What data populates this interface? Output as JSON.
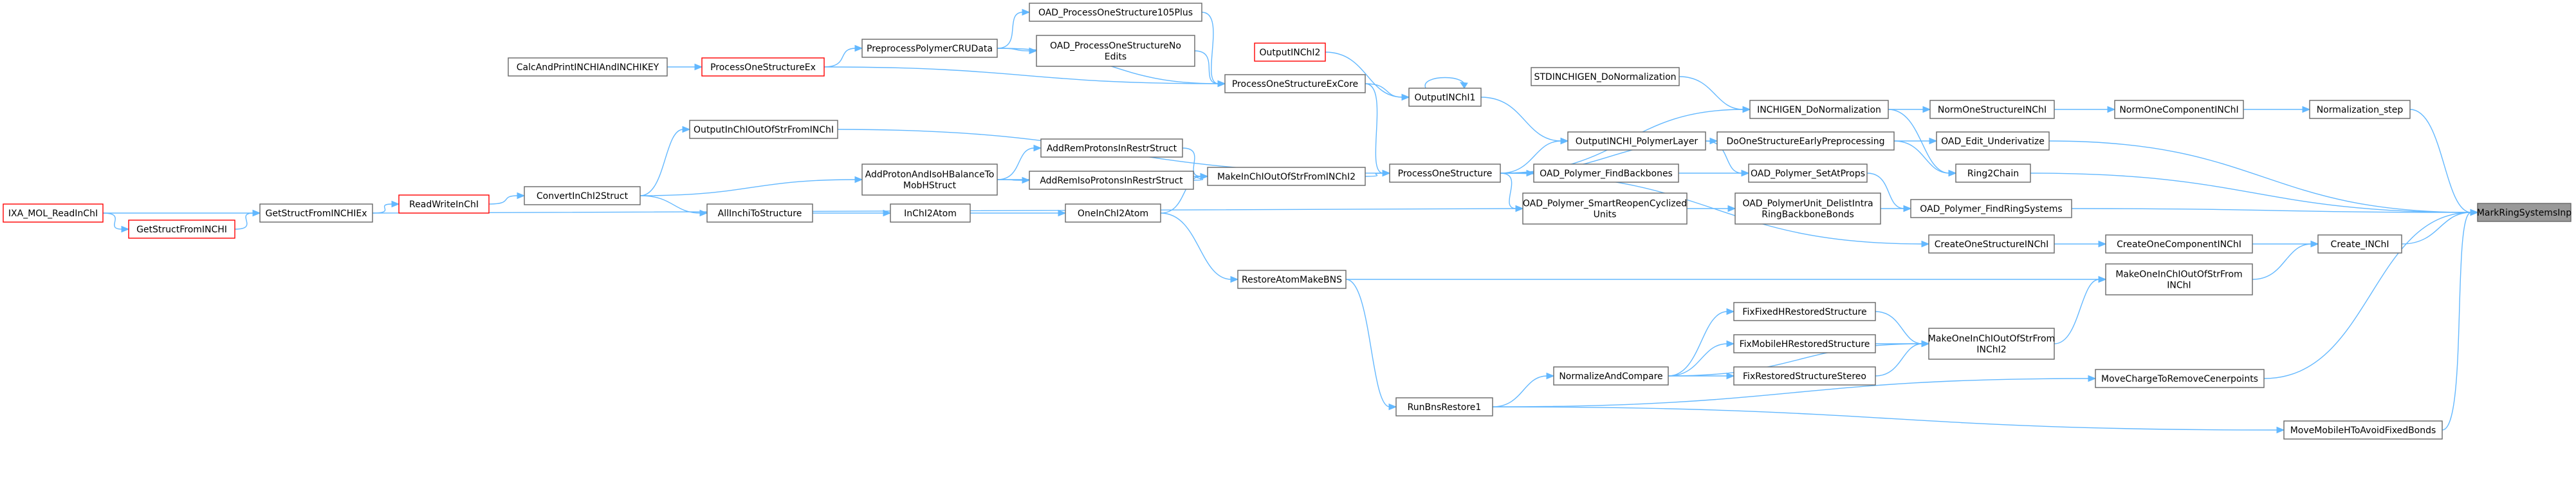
{
  "diagram": {
    "type": "doxygen-caller-graph",
    "colors": {
      "edge": "#63b8ff",
      "node_border": "#666666",
      "node_border_highlight": "#ff0000",
      "root_fill": "#999999"
    },
    "nodes": [
      {
        "id": "mark",
        "lines": [
          "MarkRingSystemsInp"
        ],
        "style": "root"
      },
      {
        "id": "norm_step",
        "lines": [
          "Normalization_step"
        ],
        "style": "normal"
      },
      {
        "id": "create_inchi",
        "lines": [
          "Create_INChI"
        ],
        "style": "normal"
      },
      {
        "id": "move_charge",
        "lines": [
          "MoveChargeToRemoveCenerpoints"
        ],
        "style": "normal"
      },
      {
        "id": "move_mobile",
        "lines": [
          "MoveMobileHToAvoidFixedBonds"
        ],
        "style": "normal"
      },
      {
        "id": "norm_one_comp",
        "lines": [
          "NormOneComponentINChI"
        ],
        "style": "normal"
      },
      {
        "id": "create_one_comp",
        "lines": [
          "CreateOneComponentINChI"
        ],
        "style": "normal"
      },
      {
        "id": "make_from_inchi",
        "lines": [
          "MakeOneInChIOutOfStrFrom",
          "INChI"
        ],
        "style": "normal"
      },
      {
        "id": "norm_one_struct",
        "lines": [
          "NormOneStructureINChI"
        ],
        "style": "normal"
      },
      {
        "id": "oad_underiv",
        "lines": [
          "OAD_Edit_Underivatize"
        ],
        "style": "normal"
      },
      {
        "id": "ring2chain",
        "lines": [
          "Ring2Chain"
        ],
        "style": "normal"
      },
      {
        "id": "oad_find_rings",
        "lines": [
          "OAD_Polymer_FindRingSystems"
        ],
        "style": "normal"
      },
      {
        "id": "create_one_struct",
        "lines": [
          "CreateOneStructureINChI"
        ],
        "style": "normal"
      },
      {
        "id": "make_inchi2",
        "lines": [
          "MakeOneInChIOutOfStrFrom",
          "INChI2"
        ],
        "style": "normal"
      },
      {
        "id": "inchigen_norm",
        "lines": [
          "INCHIGEN_DoNormalization"
        ],
        "style": "normal"
      },
      {
        "id": "do_early",
        "lines": [
          "DoOneStructureEarlyPreprocessing"
        ],
        "style": "normal"
      },
      {
        "id": "oad_setat",
        "lines": [
          "OAD_Polymer_SetAtProps"
        ],
        "style": "normal"
      },
      {
        "id": "oad_unit_del",
        "lines": [
          "OAD_PolymerUnit_DelistIntra",
          "RingBackboneBonds"
        ],
        "style": "normal"
      },
      {
        "id": "fix_fixed",
        "lines": [
          "FixFixedHRestoredStructure"
        ],
        "style": "normal"
      },
      {
        "id": "fix_mobile",
        "lines": [
          "FixMobileHRestoredStructure"
        ],
        "style": "normal"
      },
      {
        "id": "fix_stereo",
        "lines": [
          "FixRestoredStructureStereo"
        ],
        "style": "normal"
      },
      {
        "id": "stdinchigen",
        "lines": [
          "STDINCHIGEN_DoNormalization"
        ],
        "style": "normal"
      },
      {
        "id": "output_layer",
        "lines": [
          "OutputINCHI_PolymerLayer"
        ],
        "style": "normal"
      },
      {
        "id": "oad_backbones",
        "lines": [
          "OAD_Polymer_FindBackbones"
        ],
        "style": "normal"
      },
      {
        "id": "oad_smart",
        "lines": [
          "OAD_Polymer_SmartReopenCyclized",
          "Units"
        ],
        "style": "normal"
      },
      {
        "id": "normalize_cmp",
        "lines": [
          "NormalizeAndCompare"
        ],
        "style": "normal"
      },
      {
        "id": "output_inchi2",
        "lines": [
          "OutputINChI2"
        ],
        "style": "highlight"
      },
      {
        "id": "output_inchi1",
        "lines": [
          "OutputINChI1"
        ],
        "style": "normal"
      },
      {
        "id": "process_one",
        "lines": [
          "ProcessOneStructure"
        ],
        "style": "normal"
      },
      {
        "id": "runbns",
        "lines": [
          "RunBnsRestore1"
        ],
        "style": "normal"
      },
      {
        "id": "proc_exc",
        "lines": [
          "ProcessOneStructureExCore"
        ],
        "style": "normal"
      },
      {
        "id": "make_from_inchi2",
        "lines": [
          "MakeInChIOutOfStrFromINChI2"
        ],
        "style": "normal"
      },
      {
        "id": "restore_atom",
        "lines": [
          "RestoreAtomMakeBNS"
        ],
        "style": "normal"
      },
      {
        "id": "oad_105",
        "lines": [
          "OAD_ProcessOneStructure105Plus"
        ],
        "style": "normal"
      },
      {
        "id": "oad_noedits",
        "lines": [
          "OAD_ProcessOneStructureNo",
          "Edits"
        ],
        "style": "normal"
      },
      {
        "id": "add_rem",
        "lines": [
          "AddRemProtonsInRestrStruct"
        ],
        "style": "normal"
      },
      {
        "id": "add_remiso",
        "lines": [
          "AddRemIsoProtonsInRestrStruct"
        ],
        "style": "normal"
      },
      {
        "id": "oneinchi2atom",
        "lines": [
          "OneInChI2Atom"
        ],
        "style": "normal"
      },
      {
        "id": "preprocess",
        "lines": [
          "PreprocessPolymerCRUData"
        ],
        "style": "normal"
      },
      {
        "id": "add_proton",
        "lines": [
          "AddProtonAndIsoHBalanceTo",
          "MobHStruct"
        ],
        "style": "normal"
      },
      {
        "id": "inchi2atom",
        "lines": [
          "InChI2Atom"
        ],
        "style": "normal"
      },
      {
        "id": "proc_ex",
        "lines": [
          "ProcessOneStructureEx"
        ],
        "style": "highlight"
      },
      {
        "id": "output_from_inchi",
        "lines": [
          "OutputInChIOutOfStrFromINChI"
        ],
        "style": "normal"
      },
      {
        "id": "allinchi",
        "lines": [
          "AllInchiToStructure"
        ],
        "style": "normal"
      },
      {
        "id": "calc",
        "lines": [
          "CalcAndPrintINCHIAndINCHIKEY"
        ],
        "style": "normal"
      },
      {
        "id": "convert",
        "lines": [
          "ConvertInChI2Struct"
        ],
        "style": "normal"
      },
      {
        "id": "readwrite",
        "lines": [
          "ReadWriteInChI"
        ],
        "style": "highlight"
      },
      {
        "id": "getstruct_ex",
        "lines": [
          "GetStructFromINCHIEx"
        ],
        "style": "normal"
      },
      {
        "id": "getstruct",
        "lines": [
          "GetStructFromINCHI"
        ],
        "style": "highlight"
      },
      {
        "id": "ixa",
        "lines": [
          "IXA_MOL_ReadInChI"
        ],
        "style": "highlight"
      }
    ],
    "edges": [
      [
        "norm_step",
        "mark"
      ],
      [
        "create_inchi",
        "mark"
      ],
      [
        "move_charge",
        "mark"
      ],
      [
        "move_mobile",
        "mark"
      ],
      [
        "oad_underiv",
        "mark"
      ],
      [
        "ring2chain",
        "mark"
      ],
      [
        "oad_find_rings",
        "mark"
      ],
      [
        "norm_one_comp",
        "norm_step"
      ],
      [
        "norm_one_struct",
        "norm_one_comp"
      ],
      [
        "inchigen_norm",
        "norm_one_struct"
      ],
      [
        "stdinchigen",
        "inchigen_norm"
      ],
      [
        "process_one",
        "inchigen_norm"
      ],
      [
        "create_one_comp",
        "create_inchi"
      ],
      [
        "make_from_inchi",
        "create_inchi"
      ],
      [
        "create_one_struct",
        "create_one_comp"
      ],
      [
        "process_one",
        "create_one_struct"
      ],
      [
        "restore_atom",
        "make_from_inchi"
      ],
      [
        "make_inchi2",
        "make_from_inchi"
      ],
      [
        "fix_fixed",
        "make_inchi2"
      ],
      [
        "fix_mobile",
        "make_inchi2"
      ],
      [
        "fix_stereo",
        "make_inchi2"
      ],
      [
        "normalize_cmp",
        "make_inchi2"
      ],
      [
        "normalize_cmp",
        "fix_fixed"
      ],
      [
        "normalize_cmp",
        "fix_mobile"
      ],
      [
        "normalize_cmp",
        "fix_stereo"
      ],
      [
        "runbns",
        "normalize_cmp"
      ],
      [
        "runbns",
        "move_charge"
      ],
      [
        "runbns",
        "move_mobile"
      ],
      [
        "restore_atom",
        "runbns"
      ],
      [
        "oneinchi2atom",
        "restore_atom"
      ],
      [
        "do_early",
        "oad_underiv"
      ],
      [
        "inchigen_norm",
        "ring2chain"
      ],
      [
        "do_early",
        "ring2chain"
      ],
      [
        "oad_setat",
        "oad_find_rings"
      ],
      [
        "oad_unit_del",
        "oad_find_rings"
      ],
      [
        "process_one",
        "do_early"
      ],
      [
        "output_layer",
        "oad_setat"
      ],
      [
        "oad_backbones",
        "oad_setat"
      ],
      [
        "oad_smart",
        "oad_unit_del"
      ],
      [
        "process_one",
        "output_layer"
      ],
      [
        "process_one",
        "oad_backbones"
      ],
      [
        "process_one",
        "oad_smart"
      ],
      [
        "getstruct_ex",
        "oad_smart"
      ],
      [
        "output_inchi1",
        "output_layer"
      ],
      [
        "output_inchi2",
        "output_inchi1"
      ],
      [
        "output_inchi1",
        "output_inchi1"
      ],
      [
        "proc_exc",
        "output_inchi1"
      ],
      [
        "proc_exc",
        "process_one"
      ],
      [
        "make_from_inchi2",
        "process_one"
      ],
      [
        "output_from_inchi",
        "process_one"
      ],
      [
        "oad_105",
        "proc_exc"
      ],
      [
        "oad_noedits",
        "proc_exc"
      ],
      [
        "preprocess",
        "proc_exc"
      ],
      [
        "proc_ex",
        "proc_exc"
      ],
      [
        "preprocess",
        "oad_105"
      ],
      [
        "preprocess",
        "oad_noedits"
      ],
      [
        "proc_ex",
        "preprocess"
      ],
      [
        "calc",
        "proc_ex"
      ],
      [
        "add_rem",
        "make_from_inchi2"
      ],
      [
        "add_remiso",
        "make_from_inchi2"
      ],
      [
        "oneinchi2atom",
        "make_from_inchi2"
      ],
      [
        "add_proton",
        "make_from_inchi2"
      ],
      [
        "add_proton",
        "add_rem"
      ],
      [
        "add_proton",
        "add_remiso"
      ],
      [
        "inchi2atom",
        "oneinchi2atom"
      ],
      [
        "allinchi",
        "inchi2atom"
      ],
      [
        "convert",
        "output_from_inchi"
      ],
      [
        "convert",
        "add_proton"
      ],
      [
        "convert",
        "allinchi"
      ],
      [
        "readwrite",
        "convert"
      ],
      [
        "getstruct_ex",
        "readwrite"
      ],
      [
        "getstruct",
        "getstruct_ex"
      ],
      [
        "ixa",
        "getstruct_ex"
      ],
      [
        "ixa",
        "getstruct"
      ]
    ]
  }
}
